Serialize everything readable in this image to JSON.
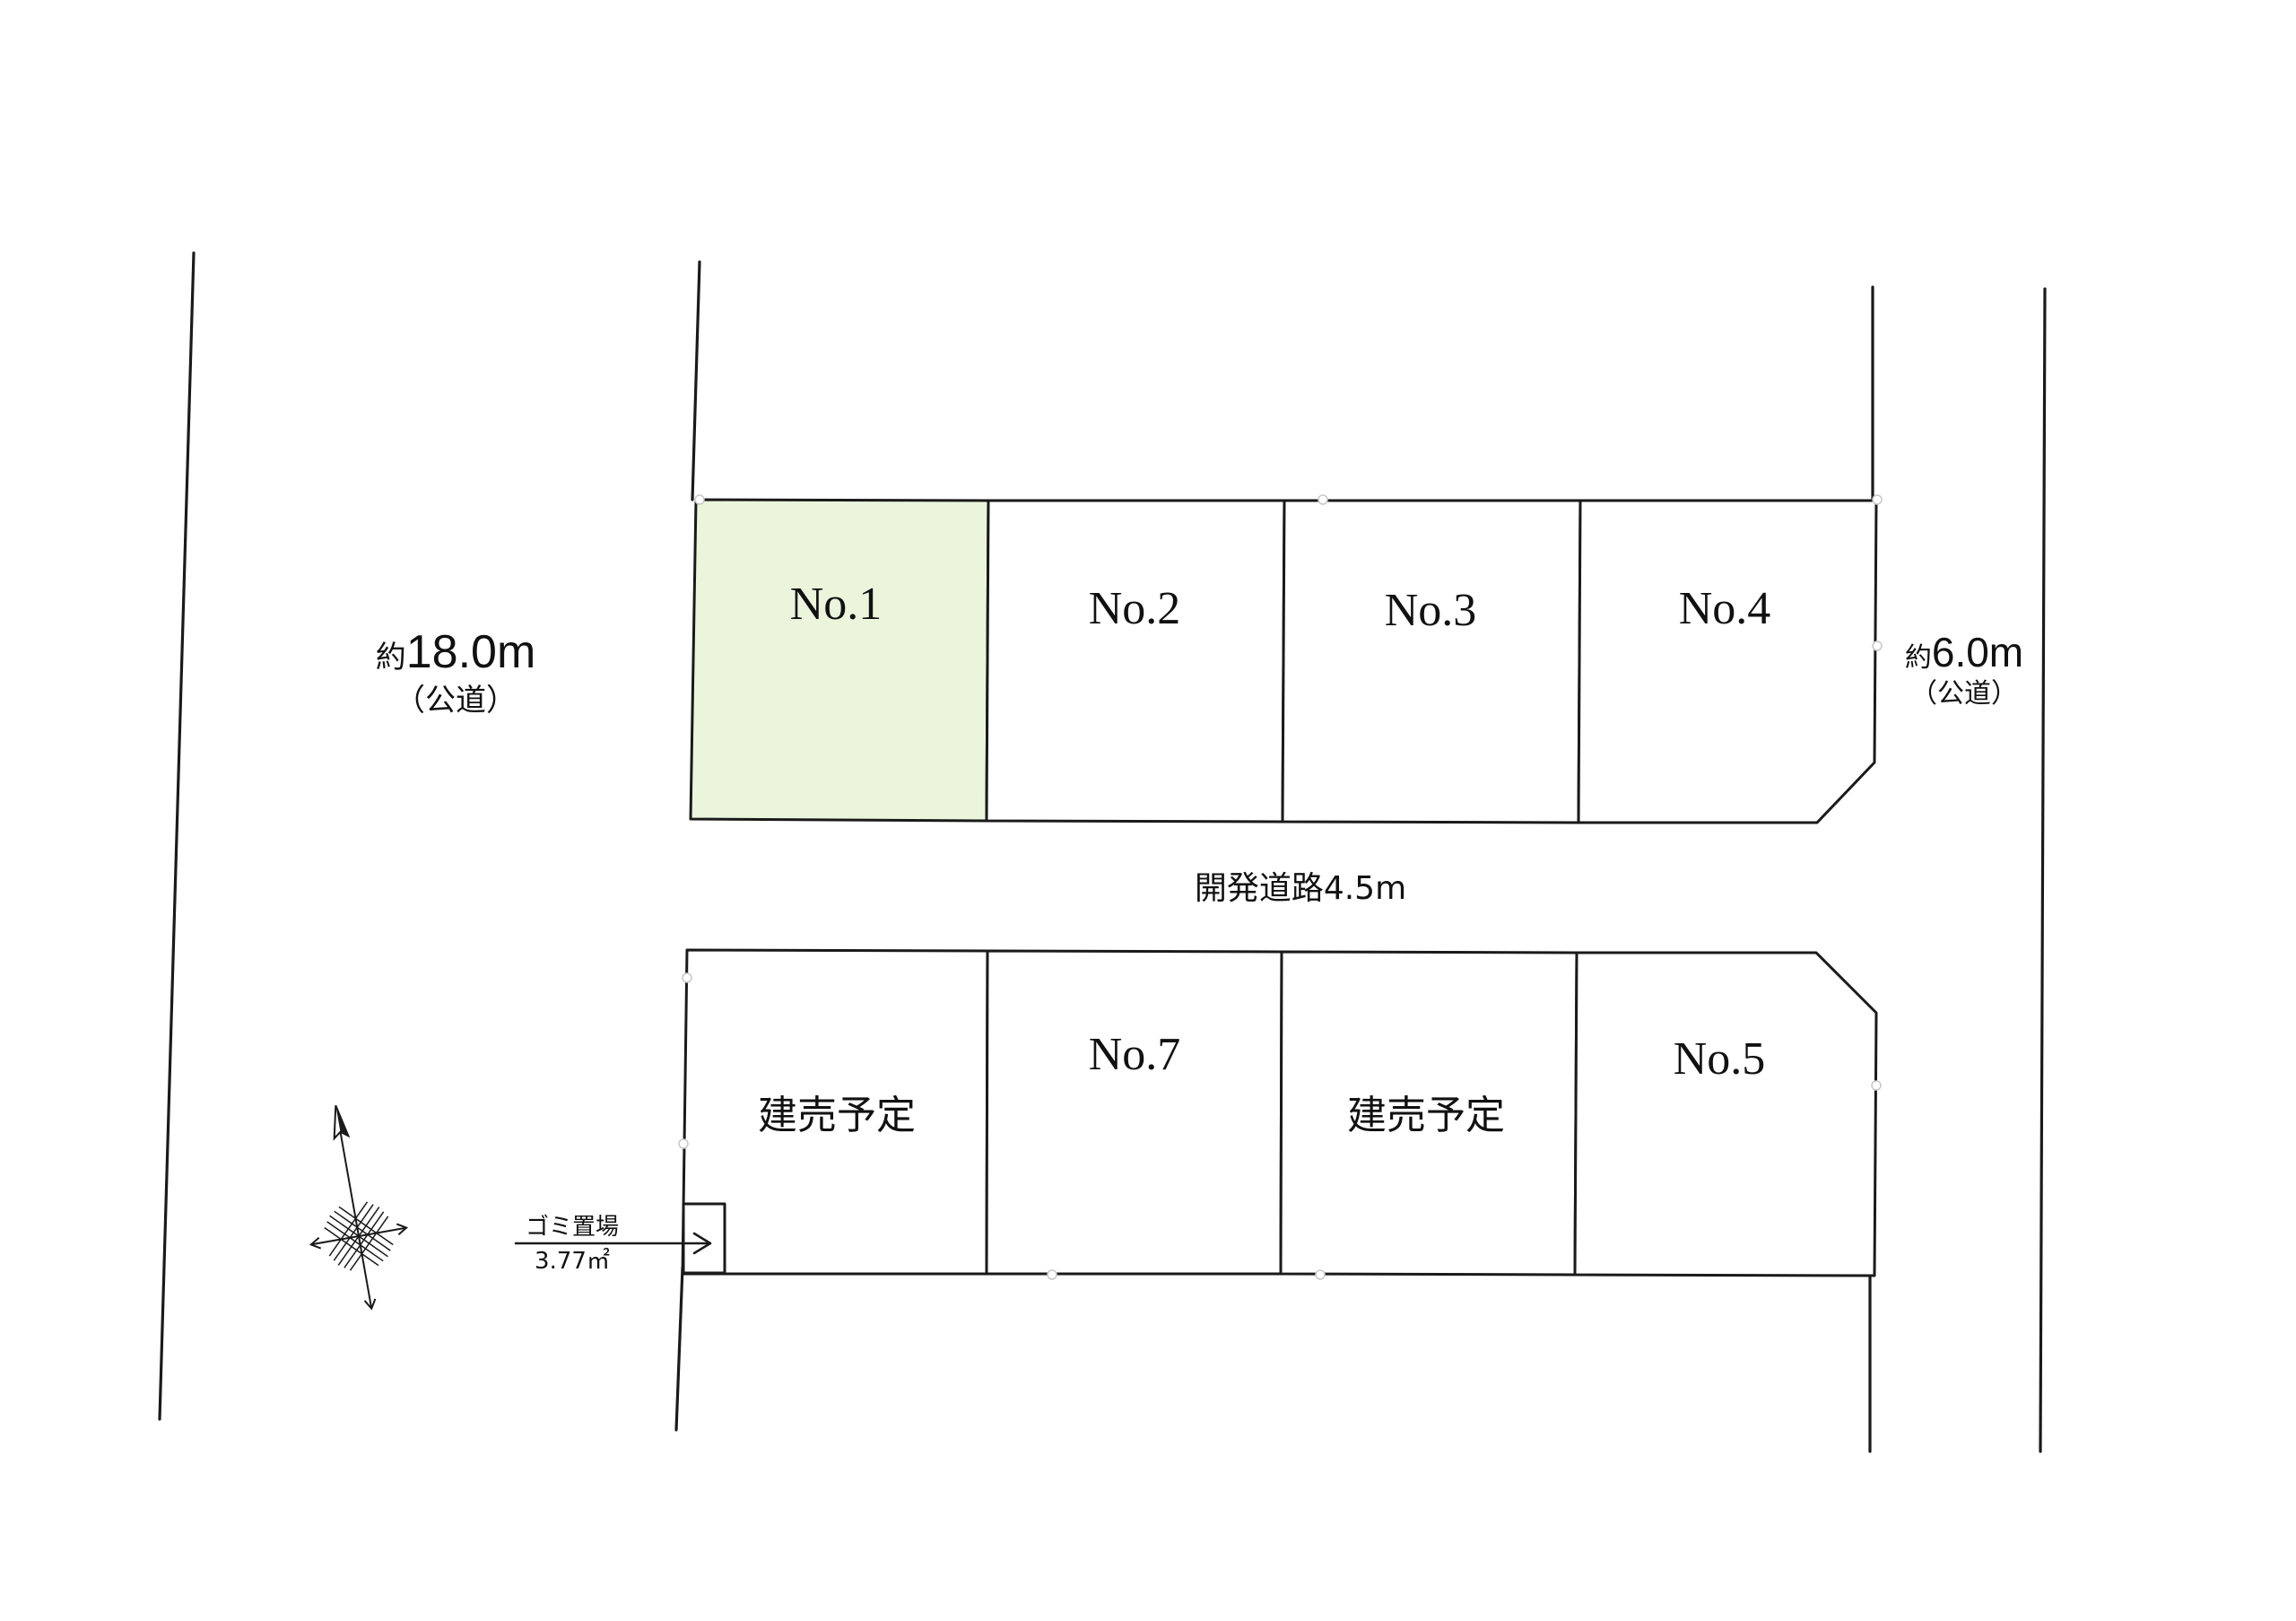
{
  "colors": {
    "highlight_lot": "#ebf5dc",
    "line": "#1a1a1a",
    "background": "#ffffff"
  },
  "roads": {
    "left": {
      "prefix": "約",
      "width": "18.0m",
      "type": "（公道）"
    },
    "right": {
      "prefix": "約",
      "width": "6.0m",
      "type": "（公道）"
    },
    "development": "開発道路4.5m"
  },
  "lots": {
    "north": [
      {
        "id": "lot-1",
        "label": "No.1",
        "highlighted": true
      },
      {
        "id": "lot-2",
        "label": "No.2",
        "highlighted": false
      },
      {
        "id": "lot-3",
        "label": "No.3",
        "highlighted": false
      },
      {
        "id": "lot-4",
        "label": "No.4",
        "highlighted": false
      }
    ],
    "south": [
      {
        "id": "lot-a",
        "label": "建売予定",
        "highlighted": false
      },
      {
        "id": "lot-7",
        "label": "No.7",
        "highlighted": false
      },
      {
        "id": "lot-b",
        "label": "建売予定",
        "highlighted": false
      },
      {
        "id": "lot-5",
        "label": "No.5",
        "highlighted": false
      }
    ]
  },
  "garbage": {
    "label": "ゴミ置場",
    "area": "3.77㎡"
  },
  "compass": {
    "icon": "north-arrow-icon"
  }
}
